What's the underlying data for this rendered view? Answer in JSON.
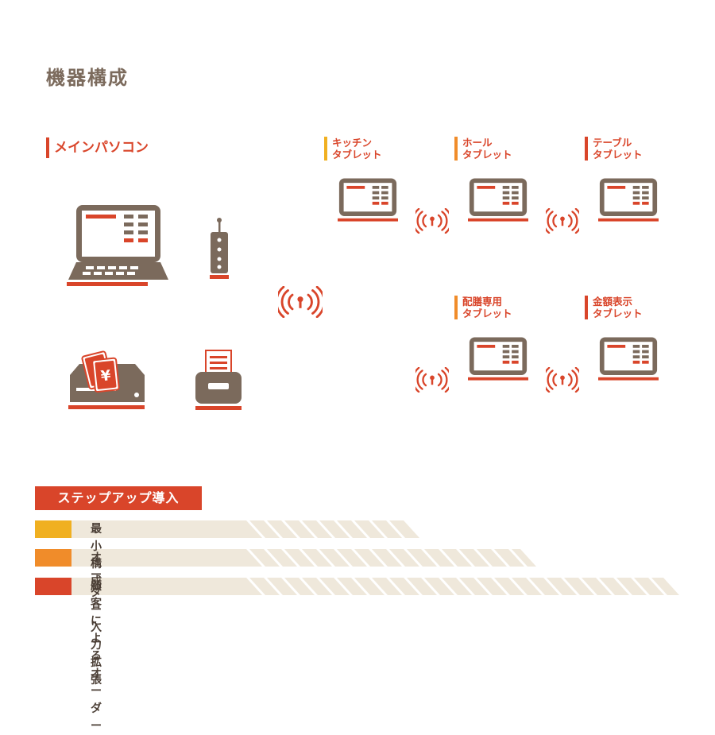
{
  "title": "機器構成",
  "main_pc": {
    "label": "メインパソコン"
  },
  "tablets": [
    {
      "line1": "キッチン",
      "line2": "タブレット",
      "accent": "#f0b021"
    },
    {
      "line1": "ホール",
      "line2": "タブレット",
      "accent": "#f08c2a"
    },
    {
      "line1": "テーブル",
      "line2": "タブレット",
      "accent": "#d9452a"
    },
    {
      "line1": "配膳専用",
      "line2": "タブレット",
      "accent": "#f08c2a"
    },
    {
      "line1": "金額表示",
      "line2": "タブレット",
      "accent": "#d9452a"
    }
  ],
  "step": {
    "header": "ステップアップ導入",
    "rows": [
      {
        "label": "最小構成",
        "color": "#f0b021"
      },
      {
        "label": "オーダー入力拡張",
        "color": "#f08c2a"
      },
      {
        "label": "顧客によるオーダー",
        "color": "#d9452a"
      }
    ]
  },
  "icons": {
    "laptop": "laptop-icon",
    "router": "router-icon",
    "register": "cash-register-icon",
    "printer": "receipt-printer-icon",
    "wifi": "wifi-icon",
    "tablet": "tablet-icon"
  },
  "colors": {
    "brown": "#7b6a5c",
    "red": "#d9452a",
    "stripe": "#efe8db"
  }
}
